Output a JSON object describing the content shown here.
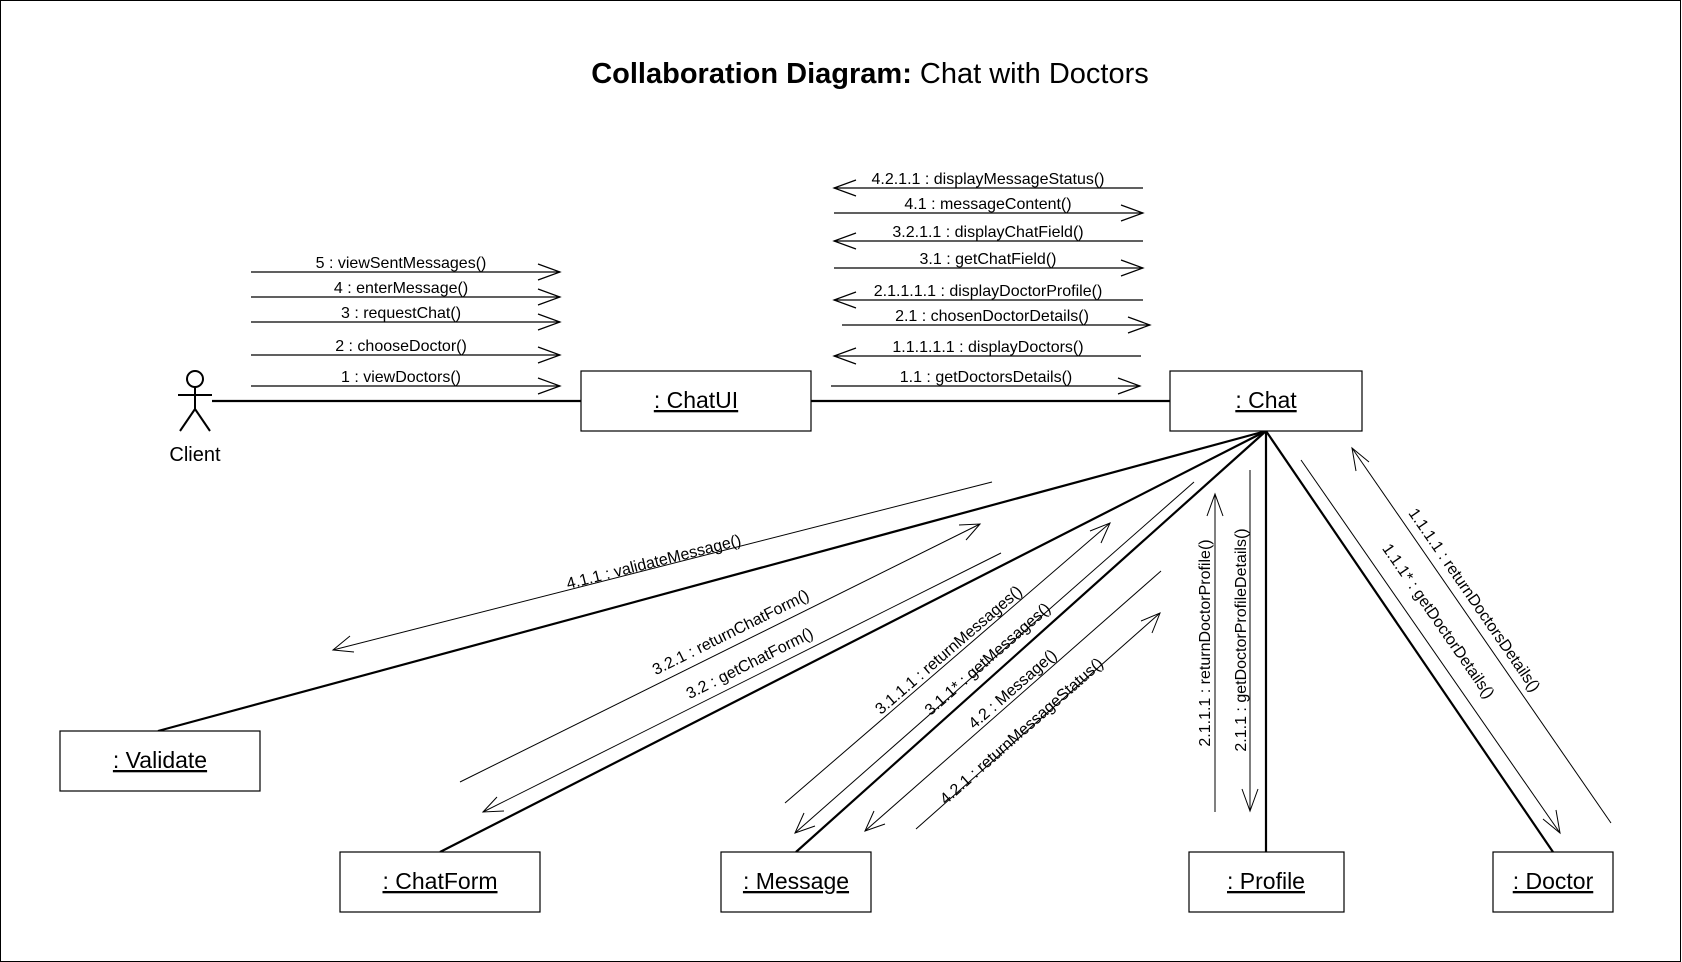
{
  "title": {
    "bold": "Collaboration Diagram:",
    "rest": " Chat with Doctors"
  },
  "actor": {
    "label": "Client"
  },
  "objects": {
    "chatui": ": ChatUI",
    "chat": ": Chat",
    "validate": ": Validate",
    "chatform": ": ChatForm",
    "message": ": Message",
    "profile": ": Profile",
    "doctor": ": Doctor"
  },
  "messages": {
    "m5": "5 : viewSentMessages()",
    "m4": "4 : enterMessage()",
    "m3": "3 : requestChat()",
    "m2": "2 : chooseDoctor()",
    "m1": "1 : viewDoctors()",
    "m4211": "4.2.1.1 : displayMessageStatus()",
    "m41": "4.1 : messageContent()",
    "m3211": "3.2.1.1 : displayChatField()",
    "m31": "3.1 : getChatField()",
    "m21111": "2.1.1.1.1 : displayDoctorProfile()",
    "m21": "2.1 : chosenDoctorDetails()",
    "m11111": "1.1.1.1.1 : displayDoctors()",
    "m11": "1.1 : getDoctorsDetails()",
    "m411": "4.1.1 : validateMessage()",
    "m321": "3.2.1 : returnChatForm()",
    "m32": "3.2 : getChatForm()",
    "m3111": "3.1.1.1 : returnMessages()",
    "m311": "3.1.1* : getMessages()",
    "m42": "4.2 : Message()",
    "m421": "4.2.1 : returnMessageStatus()",
    "m2111": "2.1.1.1 : returnDoctorProfile()",
    "m211": "2.1.1 : getDoctorProfileDetails()",
    "m1111": "1.1.1.1 : returnDoctorsDetails()",
    "m111": "1.1.1* : getDoctorDetails()"
  }
}
